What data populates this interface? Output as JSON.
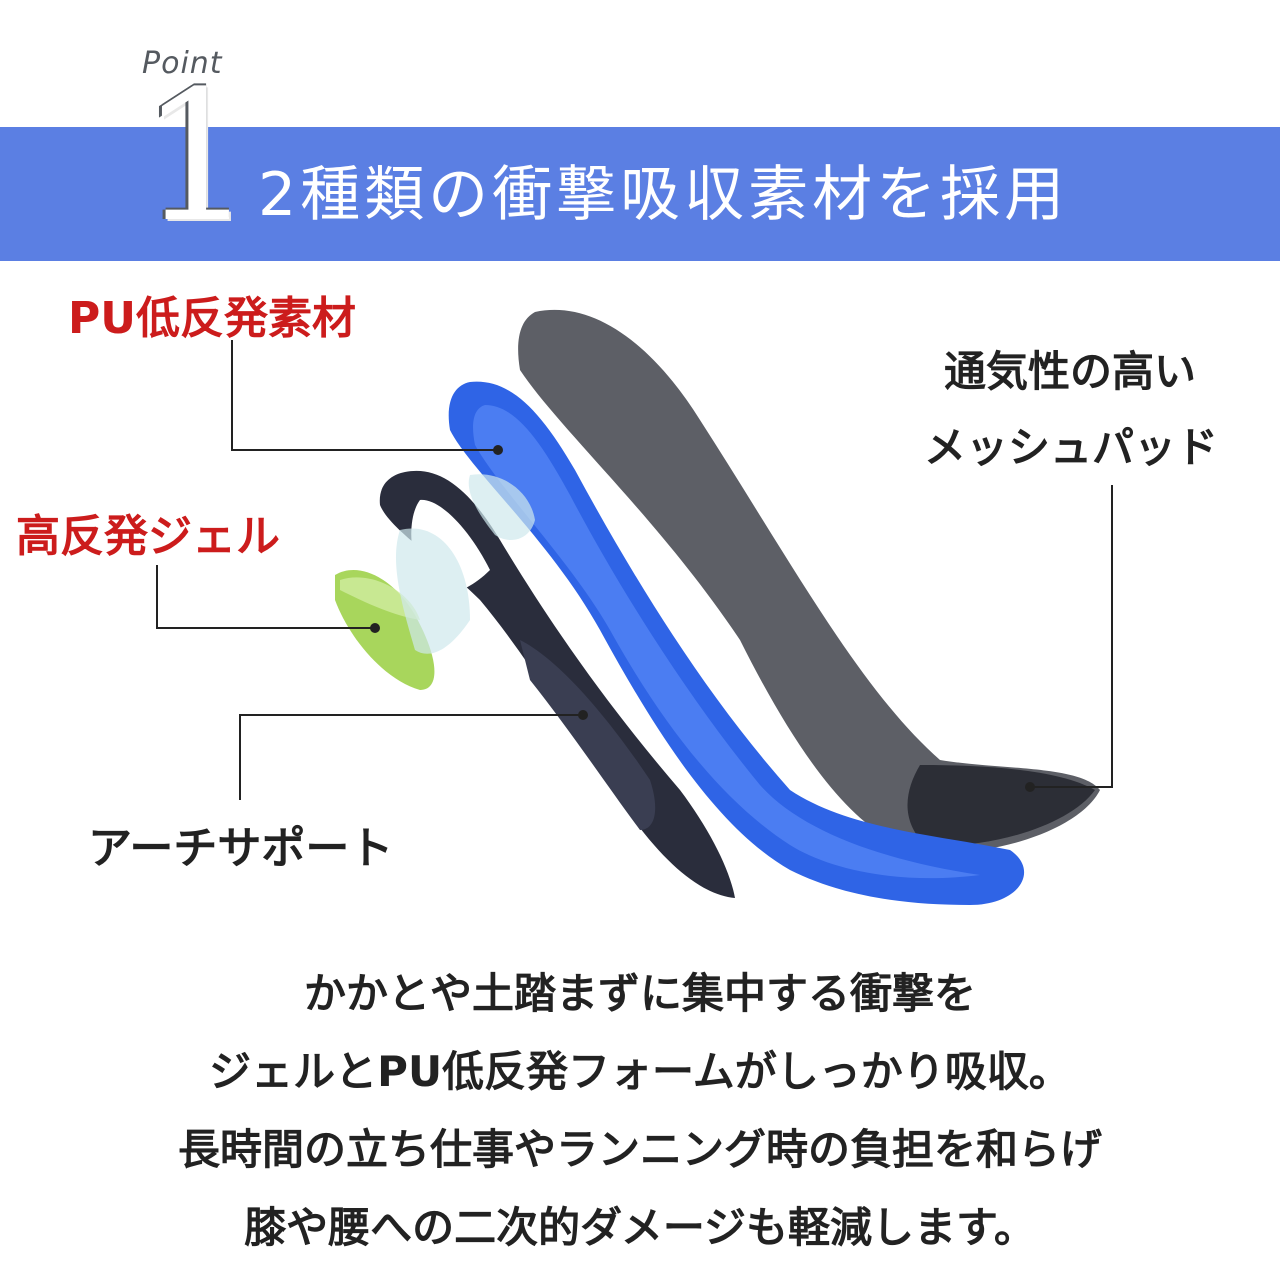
{
  "header": {
    "point_label": "Point",
    "point_number": "1",
    "title": "2種類の衝撃吸収素材を採用"
  },
  "labels": {
    "pu_foam": "PU低反発素材",
    "gel": "高反発ジェル",
    "mesh_line1": "通気性の高い",
    "mesh_line2": "メッシュパッド",
    "arch_support": "アーチサポート"
  },
  "description": [
    "かかとや土踏まずに集中する衝撃を",
    "ジェルとPU低反発フォームがしっかり吸収。",
    "長時間の立ち仕事やランニング時の負担を和らげ",
    "膝や腰への二次的ダメージも軽減します。"
  ],
  "colors": {
    "banner": "#5b7fe3",
    "label_red": "#cc1c1c",
    "insole_blue": "#2f64e6",
    "mesh_gray": "#5d5f66",
    "arch_navy": "#2a2d3c",
    "gel_green": "#a8d65c"
  }
}
